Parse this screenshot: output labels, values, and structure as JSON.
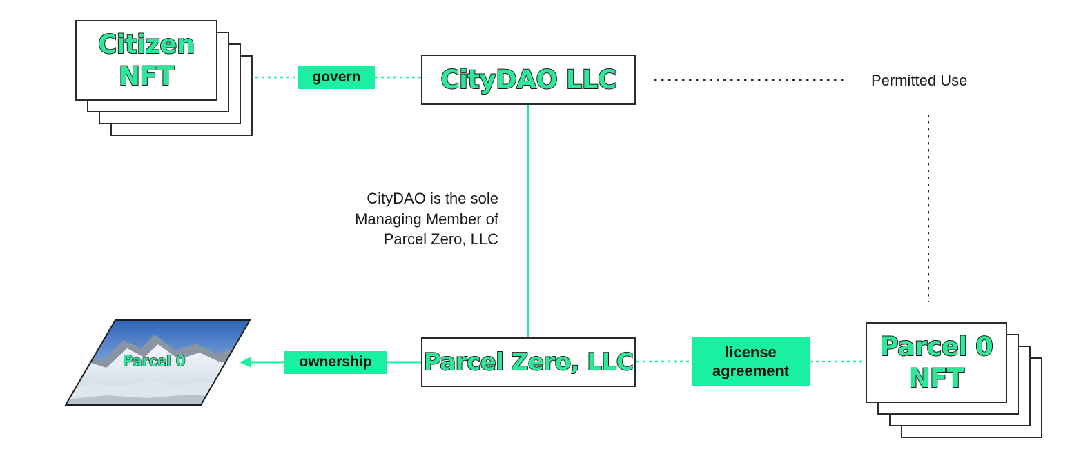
{
  "nodes": {
    "citizen_nft": {
      "line1": "Citizen",
      "line2": "NFT"
    },
    "citydao_llc": {
      "label": "CityDAO LLC"
    },
    "parcel_zero_llc": {
      "label": "Parcel Zero, LLC"
    },
    "parcel0_nft": {
      "line1": "Parcel 0",
      "line2": "NFT"
    },
    "parcel0_image": {
      "label": "Parcel 0"
    }
  },
  "edges": {
    "govern": {
      "label": "govern"
    },
    "ownership": {
      "label": "ownership"
    },
    "license": {
      "line1": "license",
      "line2": "agreement"
    },
    "permitted_use": {
      "label": "Permitted Use"
    },
    "managing_member": {
      "line1": "CityDAO is the sole",
      "line2": "Managing Member of",
      "line3": "Parcel Zero, LLC"
    }
  },
  "colors": {
    "accent": "#19f0a1",
    "text_fill": "#2ee89a",
    "outline": "#1d1d1d",
    "dark_line": "#2a2a2a"
  }
}
